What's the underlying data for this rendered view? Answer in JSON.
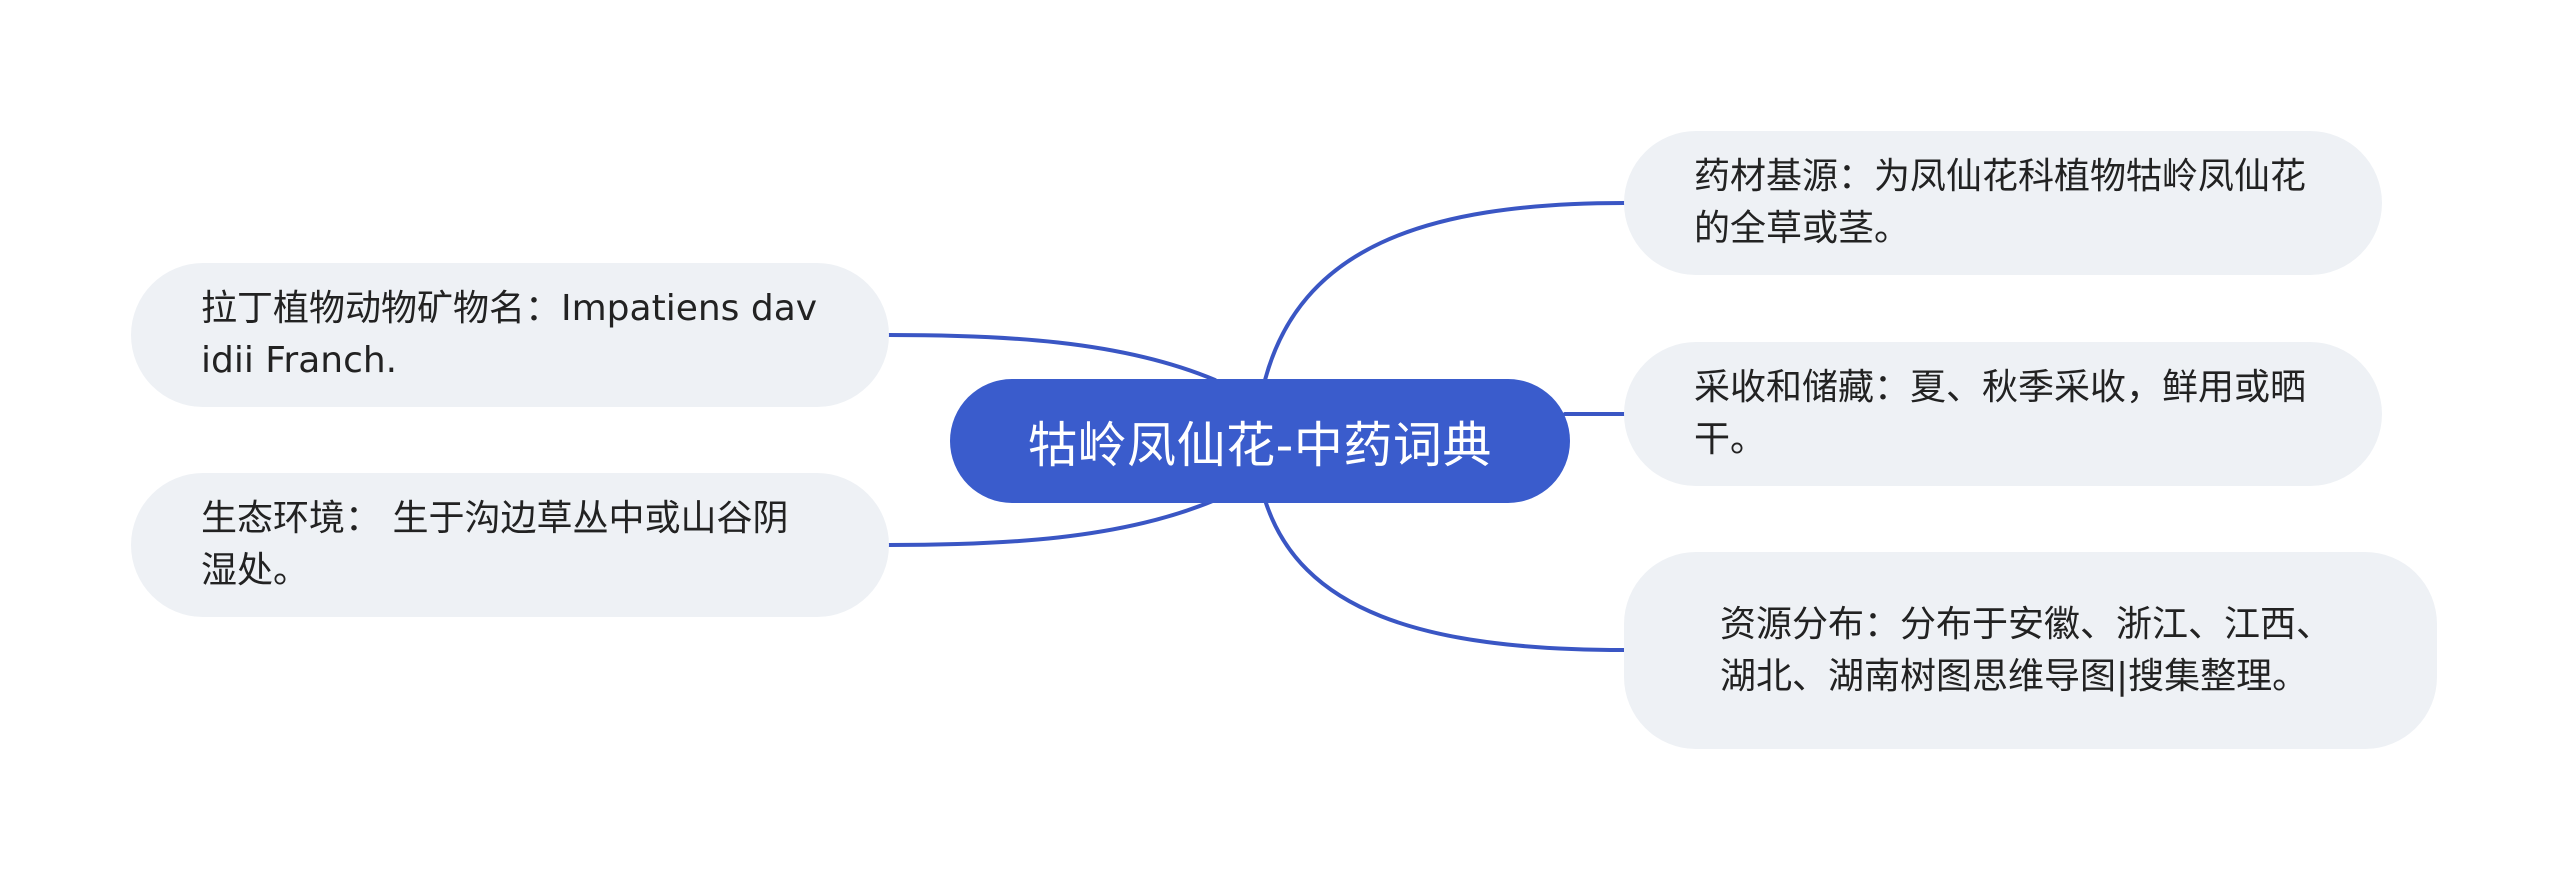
{
  "colors": {
    "root_fill": "#3a5ccc",
    "root_text": "#ffffff",
    "branch_fill": "#eef1f5",
    "branch_text": "#222222",
    "connector": "#3a56c4"
  },
  "root": {
    "label": "牯岭凤仙花-中药词典"
  },
  "branches": {
    "latin_name": "拉丁植物动物矿物名：Impatiens davidii Franch.",
    "habitat": "生态环境：  生于沟边草丛中或山谷阴湿处。",
    "origin": "药材基源：为凤仙花科植物牯岭凤仙花的全草或茎。",
    "harvest": "采收和储藏：夏、秋季采收，鲜用或晒干。",
    "distribution": "资源分布：分布于安徽、浙江、江西、湖北、湖南树图思维导图|搜集整理。"
  }
}
